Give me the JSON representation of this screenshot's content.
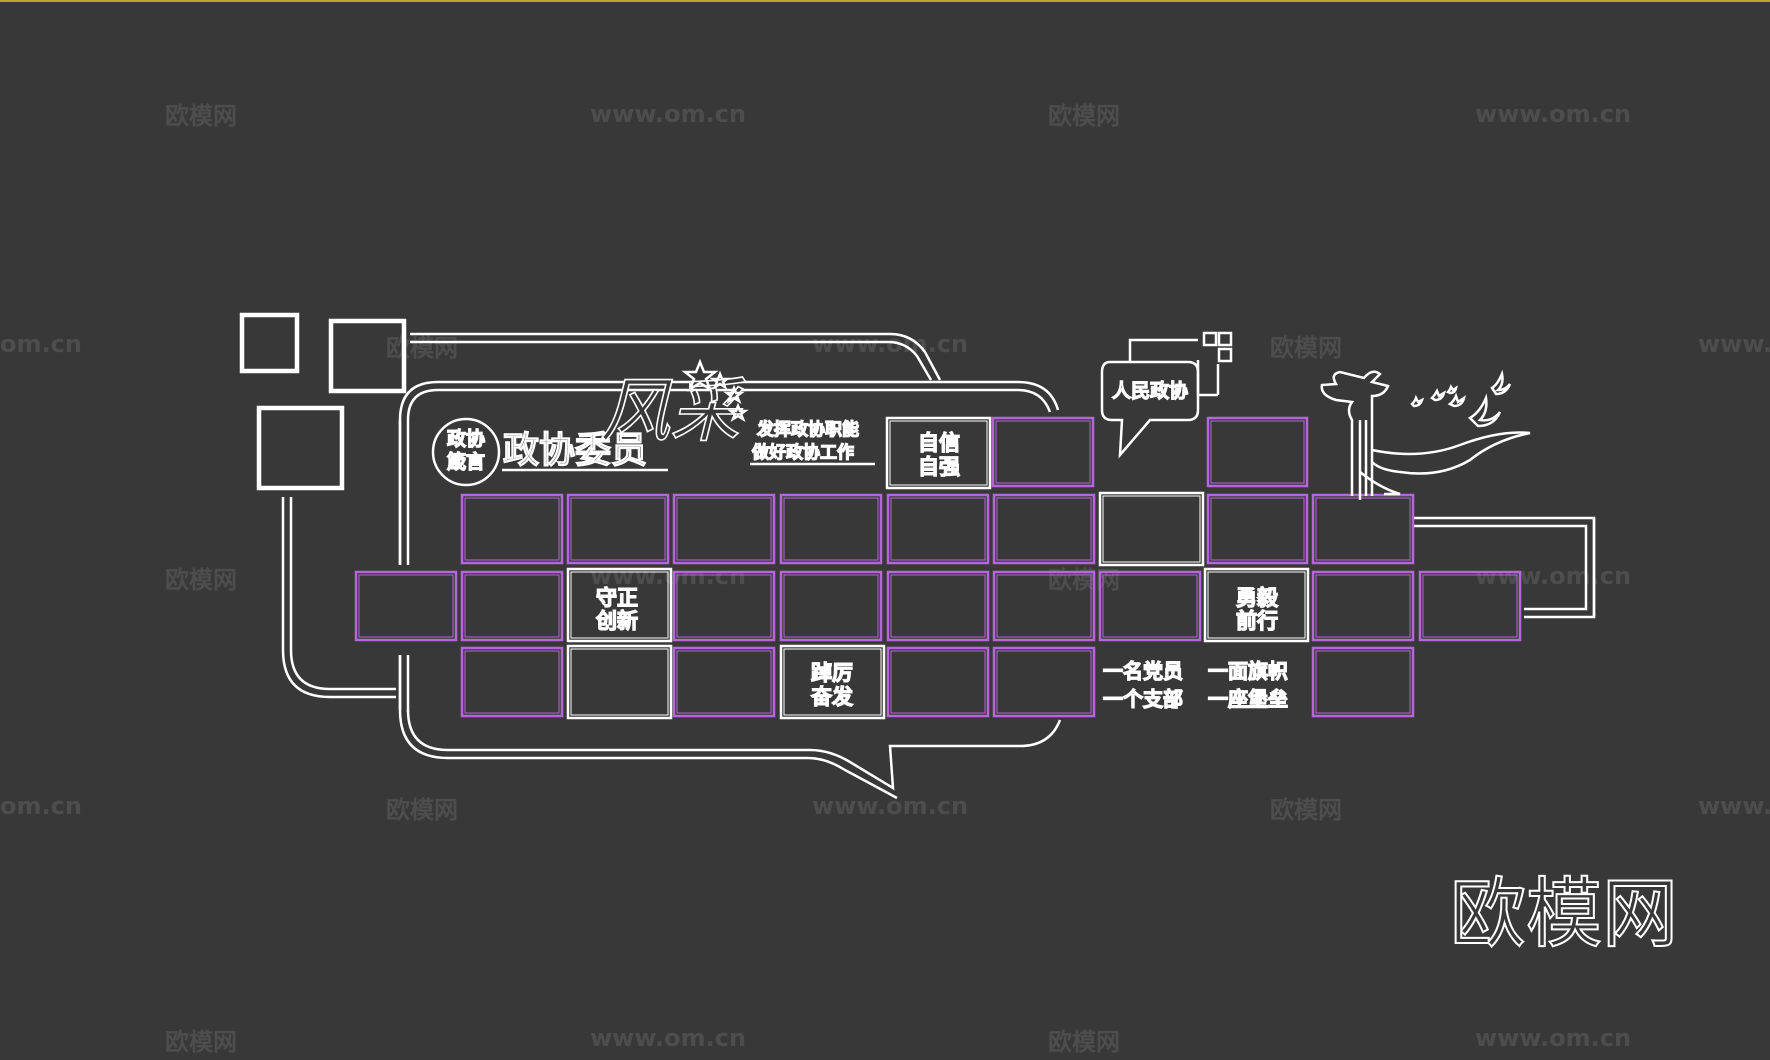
{
  "colors": {
    "background": "#383838",
    "outline": "#ffffff",
    "frame_purple": "#b566d8",
    "watermark": "#4d4d4d",
    "top_line": "#b8a820"
  },
  "watermarks": {
    "site_name": "欧模网",
    "site_url": "www.om.cn",
    "site_url_partial_right": "www.",
    "site_url_partial_left": "om.cn",
    "logo": "欧模网"
  },
  "board": {
    "badge": [
      "政协",
      "箴言"
    ],
    "title": "政协委员",
    "calligraphy": "风采",
    "slogan_line_1": "发挥政协职能",
    "slogan_line_2": "做好政协工作",
    "speech_bubble": "人民政协",
    "panel_zixin": [
      "自信",
      "自强"
    ],
    "panel_shouzheng": [
      "守正",
      "创新"
    ],
    "panel_yongyi": [
      "勇毅",
      "前行"
    ],
    "panel_dengli": [
      "踔厉",
      "奋发"
    ],
    "motto_1": "一名党员",
    "motto_2": "一面旗帜",
    "motto_3": "一个支部",
    "motto_4": "一座堡垒"
  },
  "icons": [
    "star-icon",
    "dove-icon",
    "huabiao-pillar-icon",
    "flag-ribbon-icon"
  ]
}
